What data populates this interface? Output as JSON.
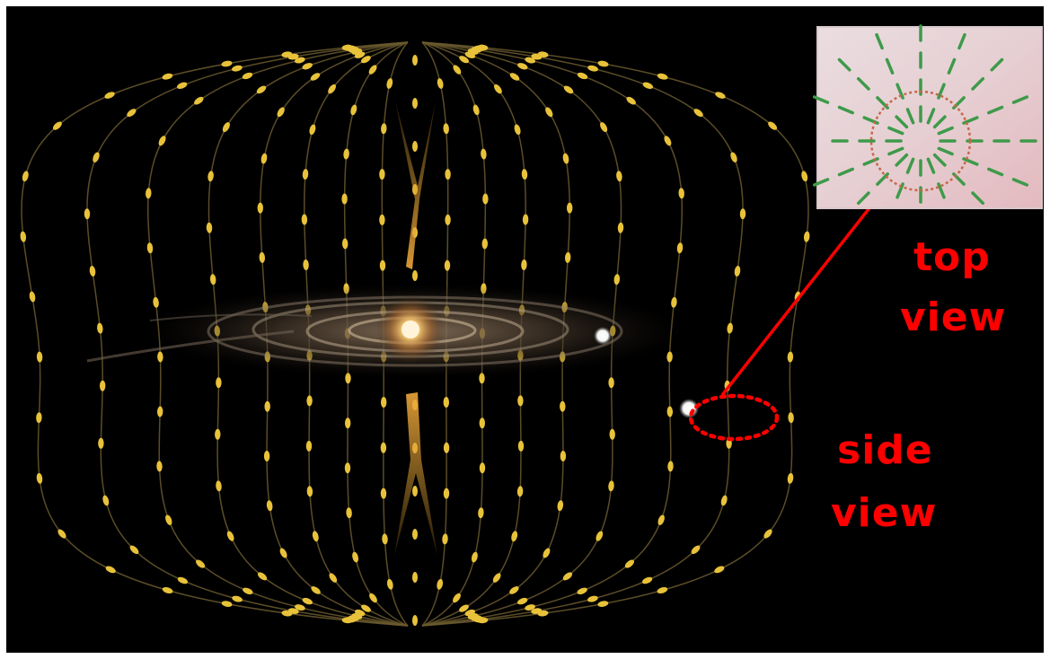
{
  "labels": {
    "top_view": [
      "top",
      "view"
    ],
    "side_view": [
      "side",
      "view"
    ]
  },
  "colors": {
    "background": "#000000",
    "field_lines": "#6b5a2e",
    "field_dots": "#e8c23a",
    "label": "#ff0000",
    "callout": "#ff0000",
    "inset_background": "#e9d3d6",
    "inset_arrows": "#3e9a4a",
    "inset_circle": "#c8684a"
  },
  "icons": {
    "galaxy": "spiral-galaxy",
    "star_near_core": "white-star",
    "star_on_field_line": "white-star"
  }
}
